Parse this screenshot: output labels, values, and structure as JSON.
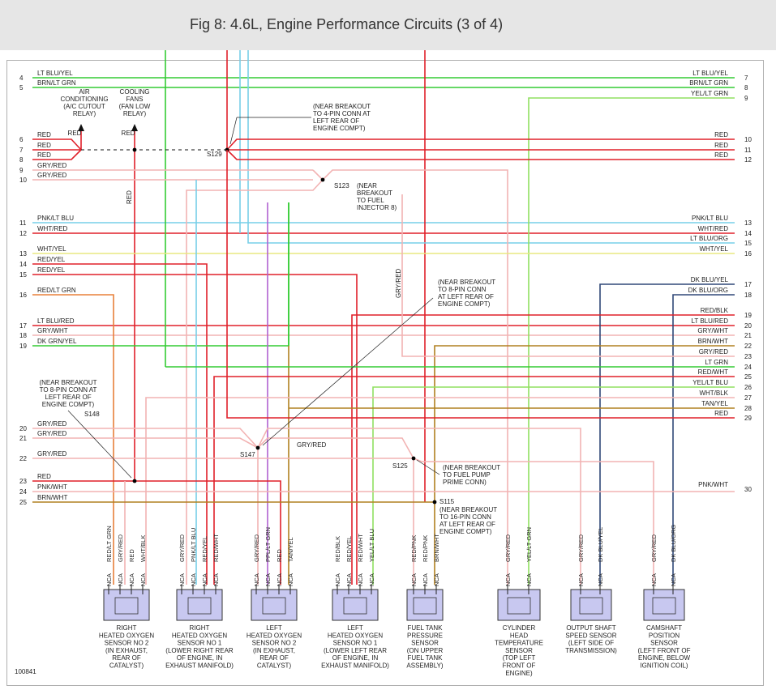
{
  "title": "Fig 8: 4.6L, Engine Performance Circuits (3 of 4)",
  "figure_id": "100841",
  "colors": {
    "red": "#e0202a",
    "green": "#33cc33",
    "ltblu": "#77cfe8",
    "pink": "#f2b3b3",
    "violet": "#b060d0",
    "yellow": "#e8e880",
    "ltgrn": "#90e060",
    "olive": "#b08020",
    "navy": "#304878",
    "orange": "#e8803a"
  },
  "left_wires": [
    {
      "num": "4",
      "label": "LT BLU/YEL"
    },
    {
      "num": "5",
      "label": "BRN/LT GRN"
    },
    {
      "num": "6",
      "label": "RED"
    },
    {
      "num": "7",
      "label": "RED"
    },
    {
      "num": "8",
      "label": "RED"
    },
    {
      "num": "9",
      "label": "GRY/RED"
    },
    {
      "num": "10",
      "label": "GRY/RED"
    },
    {
      "num": "11",
      "label": "PNK/LT BLU"
    },
    {
      "num": "12",
      "label": "WHT/RED"
    },
    {
      "num": "13",
      "label": "WHT/YEL"
    },
    {
      "num": "14",
      "label": "RED/YEL"
    },
    {
      "num": "15",
      "label": "RED/YEL"
    },
    {
      "num": "16",
      "label": "RED/LT GRN"
    },
    {
      "num": "17",
      "label": "LT BLU/RED"
    },
    {
      "num": "18",
      "label": "GRY/WHT"
    },
    {
      "num": "19",
      "label": "DK GRN/YEL"
    },
    {
      "num": "20",
      "label": "GRY/RED"
    },
    {
      "num": "21",
      "label": "GRY/RED"
    },
    {
      "num": "22",
      "label": "GRY/RED"
    },
    {
      "num": "23",
      "label": "RED"
    },
    {
      "num": "24",
      "label": "PNK/WHT"
    },
    {
      "num": "25",
      "label": "BRN/WHT"
    }
  ],
  "right_wires": [
    {
      "num": "7",
      "label": "LT BLU/YEL"
    },
    {
      "num": "8",
      "label": "BRN/LT GRN"
    },
    {
      "num": "9",
      "label": "YEL/LT GRN"
    },
    {
      "num": "10",
      "label": "RED"
    },
    {
      "num": "11",
      "label": "RED"
    },
    {
      "num": "12",
      "label": "RED"
    },
    {
      "num": "13",
      "label": "PNK/LT BLU"
    },
    {
      "num": "14",
      "label": "WHT/RED"
    },
    {
      "num": "15",
      "label": "LT BLU/ORG"
    },
    {
      "num": "16",
      "label": "WHT/YEL"
    },
    {
      "num": "17",
      "label": "DK BLU/YEL"
    },
    {
      "num": "18",
      "label": "DK BLU/ORG"
    },
    {
      "num": "19",
      "label": "RED/BLK"
    },
    {
      "num": "20",
      "label": "LT BLU/RED"
    },
    {
      "num": "21",
      "label": "GRY/WHT"
    },
    {
      "num": "22",
      "label": "BRN/WHT"
    },
    {
      "num": "23",
      "label": "GRY/RED"
    },
    {
      "num": "24",
      "label": "LT GRN"
    },
    {
      "num": "25",
      "label": "RED/WHT"
    },
    {
      "num": "26",
      "label": "YEL/LT BLU"
    },
    {
      "num": "27",
      "label": "WHT/BLK"
    },
    {
      "num": "28",
      "label": "TAN/YEL"
    },
    {
      "num": "29",
      "label": "RED"
    },
    {
      "num": "30",
      "label": "PNK/WHT"
    }
  ],
  "splices": {
    "s129": "S129",
    "s123": "S123",
    "s147": "S147",
    "s148": "S148",
    "s125": "S125",
    "s115": "S115"
  },
  "notes": {
    "ac": [
      "AIR",
      "CONDITIONING",
      "(A/C CUTOUT",
      "RELAY)"
    ],
    "fans": [
      "COOLING",
      "FANS",
      "(FAN LOW",
      "RELAY)"
    ],
    "red_tag": "RED",
    "s129": [
      "(NEAR BREAKOUT",
      "TO 4-PIN CONN AT",
      "LEFT REAR OF",
      "ENGINE COMPT)"
    ],
    "s123": [
      "(NEAR",
      "BREAKOUT",
      "TO FUEL",
      "INJECTOR 8)"
    ],
    "pump": [
      "(NEAR BREAKOUT",
      "TO 8-PIN CONN",
      "AT LEFT REAR OF",
      "ENGINE COMPT)"
    ],
    "s148": [
      "(NEAR BREAKOUT",
      "TO 8-PIN CONN AT",
      "LEFT REAR OF",
      "ENGINE COMPT)"
    ],
    "s125": [
      "(NEAR BREAKOUT",
      "TO FUEL PUMP",
      "PRIME CONN)"
    ],
    "s115": [
      "(NEAR BREAKOUT",
      "TO 16-PIN CONN",
      "AT LEFT REAR OF",
      "ENGINE COMPT)"
    ],
    "gryred_mid": "GRY/RED",
    "gryred_vert": "GRY/RED",
    "red_vert": "RED"
  },
  "nca": "NCA",
  "components": [
    {
      "pins": [
        "RED/LT GRN",
        "GRY/RED",
        "RED",
        "WHT/BLK"
      ],
      "name": [
        "RIGHT",
        "HEATED OXYGEN",
        "SENSOR NO 2",
        "(IN EXHAUST,",
        "REAR OF",
        "CATALYST)"
      ]
    },
    {
      "pins": [
        "GRY/RED",
        "PNK/LT BLU",
        "RED/YEL",
        "RED/WHT"
      ],
      "name": [
        "RIGHT",
        "HEATED OXYGEN",
        "SENSOR NO 1",
        "(LOWER RIGHT REAR",
        "OF ENGINE, IN",
        "EXHAUST MANIFOLD)"
      ]
    },
    {
      "pins": [
        "GRY/RED",
        "PPL/LT GRN",
        "RED",
        "TAN/YEL"
      ],
      "name": [
        "LEFT",
        "HEATED OXYGEN",
        "SENSOR NO 2",
        "(IN EXHAUST,",
        "REAR OF",
        "CATALYST)"
      ]
    },
    {
      "pins": [
        "RED/BLK",
        "RED/YEL",
        "RED/WHT",
        "YEL/LT BLU"
      ],
      "name": [
        "LEFT",
        "HEATED OXYGEN",
        "SENSOR NO 1",
        "(LOWER LEFT REAR",
        "OF ENGINE, IN",
        "EXHAUST MANIFOLD)"
      ]
    },
    {
      "pins": [
        "RED/PNK",
        "RED/PNK",
        "BRN/WHT"
      ],
      "name": [
        "FUEL TANK",
        "PRESSURE",
        "SENSOR",
        "(ON UPPER",
        "FUEL TANK",
        "ASSEMBLY)"
      ]
    },
    {
      "pins": [
        "GRY/RED",
        "YEL/LT GRN"
      ],
      "name": [
        "CYLINDER",
        "HEAD",
        "TEMPERATURE",
        "SENSOR",
        "(TOP LEFT",
        "FRONT OF",
        "ENGINE)"
      ]
    },
    {
      "pins": [
        "GRY/RED",
        "DK BLU/YEL"
      ],
      "name": [
        "OUTPUT SHAFT",
        "SPEED SENSOR",
        "(LEFT SIDE OF",
        "TRANSMISSION)"
      ]
    },
    {
      "pins": [
        "GRY/RED",
        "DK BLU/ORG"
      ],
      "name": [
        "CAMSHAFT",
        "POSITION",
        "SENSOR",
        "(LEFT FRONT OF",
        "ENGINE, BELOW",
        "IGNITION COIL)"
      ]
    }
  ]
}
